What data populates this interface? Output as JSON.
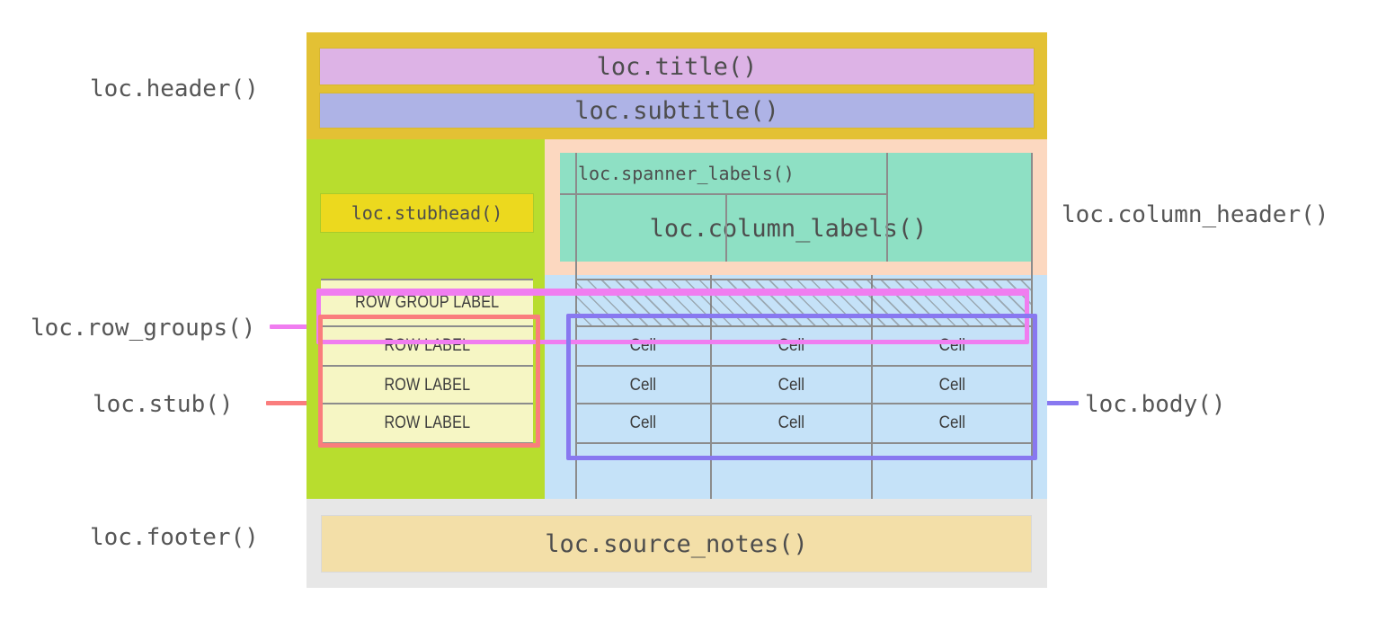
{
  "figure": {
    "title": "gt table locations diagram",
    "header": {
      "title_label": "loc.title()",
      "subtitle_label": "loc.subtitle()"
    },
    "stubhead": {
      "label": "loc.stubhead()"
    },
    "column_header": {
      "spanner_label": "loc.spanner_labels()",
      "column_labels": "loc.column_labels()"
    },
    "body": {
      "row_group_label": "ROW GROUP LABEL",
      "row_labels": [
        "ROW LABEL",
        "ROW LABEL",
        "ROW LABEL"
      ],
      "cell_rows": [
        [
          "Cell",
          "Cell",
          "Cell"
        ],
        [
          "Cell",
          "Cell",
          "Cell"
        ],
        [
          "Cell",
          "Cell",
          "Cell"
        ]
      ]
    },
    "footer": {
      "source_notes_label": "loc.source_notes()"
    }
  },
  "annotations": {
    "header": "loc.header()",
    "row_groups": "loc.row_groups()",
    "stub": "loc.stub()",
    "footer": "loc.footer()",
    "column_header": "loc.column_header()",
    "body": "loc.body()"
  },
  "colors": {
    "header_band": "#e3c134",
    "title_box": "#ddb3e6",
    "subtitle_box": "#aeb3e6",
    "stub_band": "#b8dd2e",
    "stubhead_box": "#ecd91e",
    "column_header_band": "#fcd8c0",
    "column_header_box": "#8ee0c4",
    "body_band": "#c5e2f8",
    "stub_cell": "#f6f6c4",
    "footer_band": "#e7e7e7",
    "source_notes_box": "#f3dfa8",
    "gridline": "#8c8c8c",
    "outline_row_groups": "#f07df0",
    "outline_stub": "#fa7d7d",
    "outline_body": "#8878f0",
    "label_text": "#565656"
  }
}
